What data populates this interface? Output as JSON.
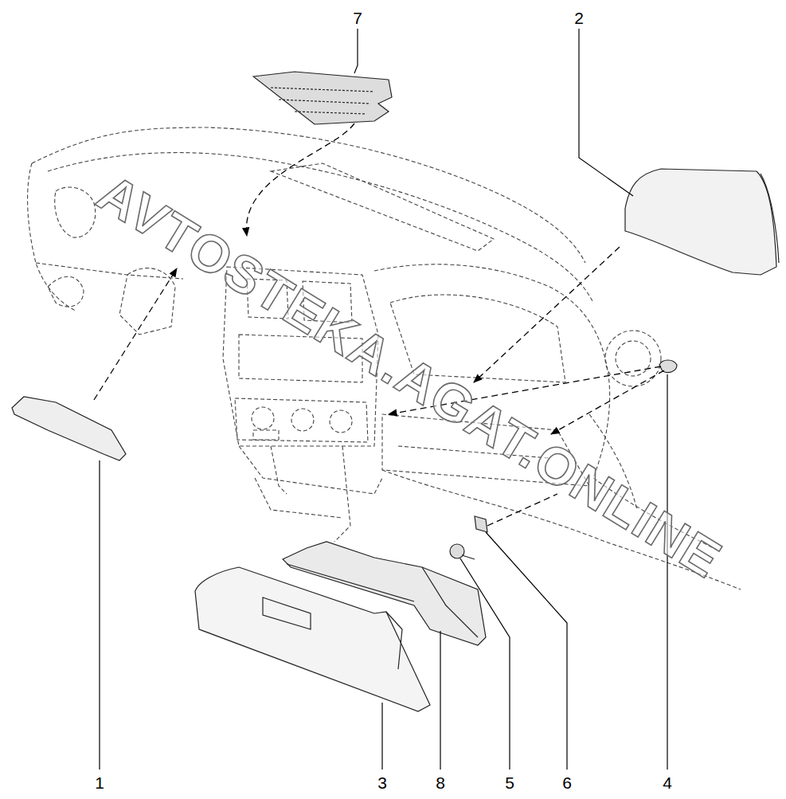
{
  "diagram": {
    "labels": [
      "7",
      "2",
      "1",
      "3",
      "8",
      "5",
      "6",
      "4",
      "AVTOSTEKA.AGAT.ONLINE"
    ]
  }
}
